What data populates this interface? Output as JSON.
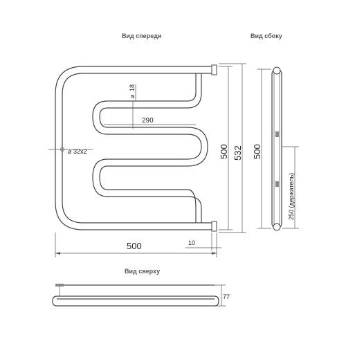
{
  "views": {
    "front": "Вид спереди",
    "side": "Вид сбоку",
    "top": "Вид сверху"
  },
  "dims": {
    "width": "500",
    "height_inner": "500",
    "height_outer": "532",
    "pitch": "290",
    "diameter_small": "18",
    "pipe": "32x2",
    "offset": "10",
    "side_height": "500",
    "holder": "250 (держатель)",
    "depth": "77"
  }
}
